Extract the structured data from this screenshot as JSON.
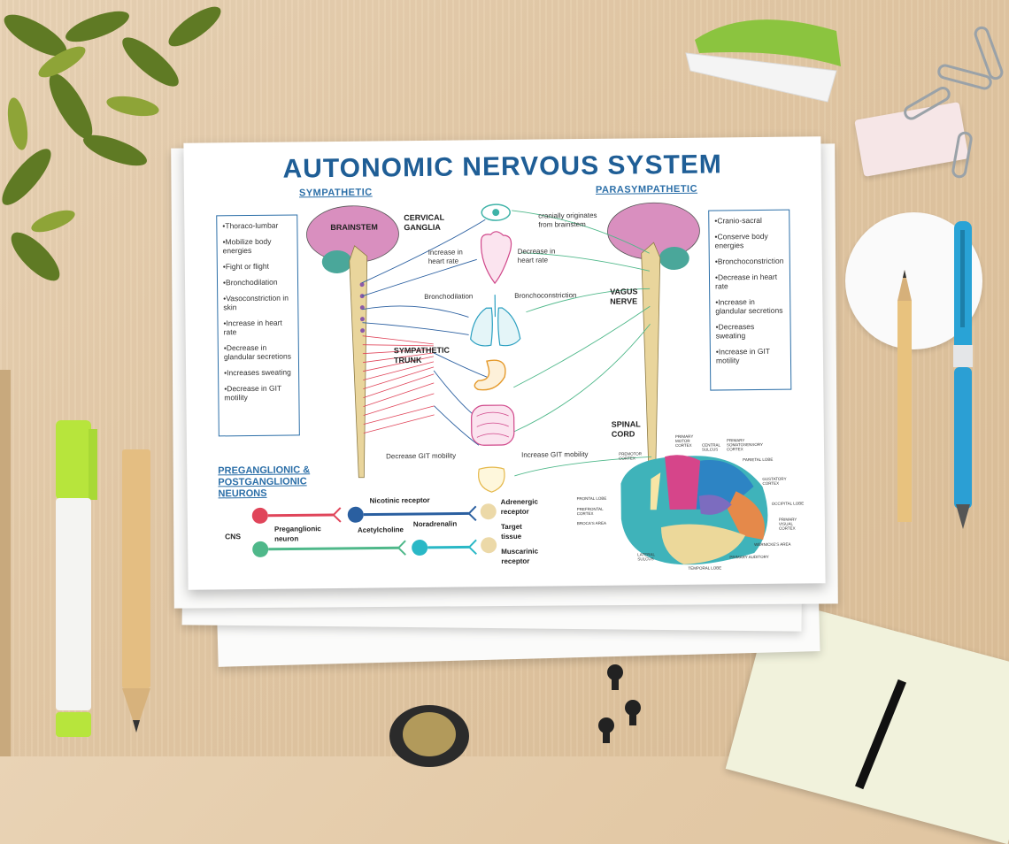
{
  "poster": {
    "title": "AUTONOMIC NERVOUS SYSTEM",
    "sympathetic_heading": "SYMPATHETIC",
    "parasympathetic_heading": "PARASYMPATHETIC",
    "sympathetic_list": [
      "Thoraco-lumbar",
      "Mobilize body energies",
      "Fight or flight",
      "Bronchodilation",
      "Vasoconstriction in skin",
      "Increase in heart rate",
      "Decrease in glandular secretions",
      "Increases sweating",
      "Decrease in GIT motility"
    ],
    "parasympathetic_list": [
      "Cranio-sacral",
      "Conserve body energies",
      "Bronchoconstriction",
      "Decrease in heart rate",
      "Increase in glandular secretions",
      "Decreases sweating",
      "Increase in GIT motility"
    ],
    "labels": {
      "brainstem": "BRAINSTEM",
      "cervical_ganglia": "CERVICAL GANGLIA",
      "cranially": "cranially originates from brainstem",
      "increase_hr": "Increase in heart rate",
      "decrease_hr": "Decrease in heart rate",
      "bronchodilation": "Bronchodilation",
      "bronchoconstriction": "Bronchoconstriction",
      "vagus": "VAGUS NERVE",
      "sympathetic_trunk": "SYMPATHETIC TRUNK",
      "spinal_cord": "SPINAL CORD",
      "decrease_git": "Decrease GIT mobility",
      "increase_git": "Increase GIT mobility"
    },
    "neurons": {
      "heading": "PREGANGLIONIC & POSTGANGLIONIC NEURONS",
      "cns": "CNS",
      "preganglionic": "Preganglionic neuron",
      "nicotinic": "Nicotinic receptor",
      "acetylcholine": "Acetylcholine",
      "noradrenalin": "Noradrenalin",
      "adrenergic": "Adrenergic receptor",
      "target": "Target tissue",
      "muscarinic": "Muscarinic receptor"
    },
    "brain_areas": {
      "premotor": "PREMOTOR CORTEX",
      "primary_motor": "PRIMARY MOTOR CORTEX",
      "central_sulcus": "CENTRAL SULCUS",
      "somatosensory": "PRIMARY SOMATOSENSORY CORTEX",
      "parietal": "PARIETAL LOBE",
      "gustatory": "GUSTATORY CORTEX",
      "frontal": "FRONTAL LOBE",
      "prefrontal": "PREFRONTAL CORTEX",
      "broca": "BROCA'S AREA",
      "occipital": "OCCIPITAL LOBE",
      "visual": "PRIMARY VISUAL CORTEX",
      "wernicke": "WERNICKE'S AREA",
      "lateral_sulcus": "LATERAL SULCUS",
      "auditory": "PRIMARY AUDITORY",
      "temporal": "TEMPORAL LOBE"
    }
  },
  "colors": {
    "title_blue": "#1f5e96",
    "sympathetic_red": "#e0455a",
    "para_green": "#4fb88a",
    "nerve_blue": "#2a5fa0",
    "brain_pink": "#d98fbf",
    "cerebellum_teal": "#4aa79a"
  },
  "icons": [
    "eye-icon",
    "heart-icon",
    "lungs-icon",
    "stomach-icon",
    "intestine-icon",
    "bladder-icon"
  ]
}
